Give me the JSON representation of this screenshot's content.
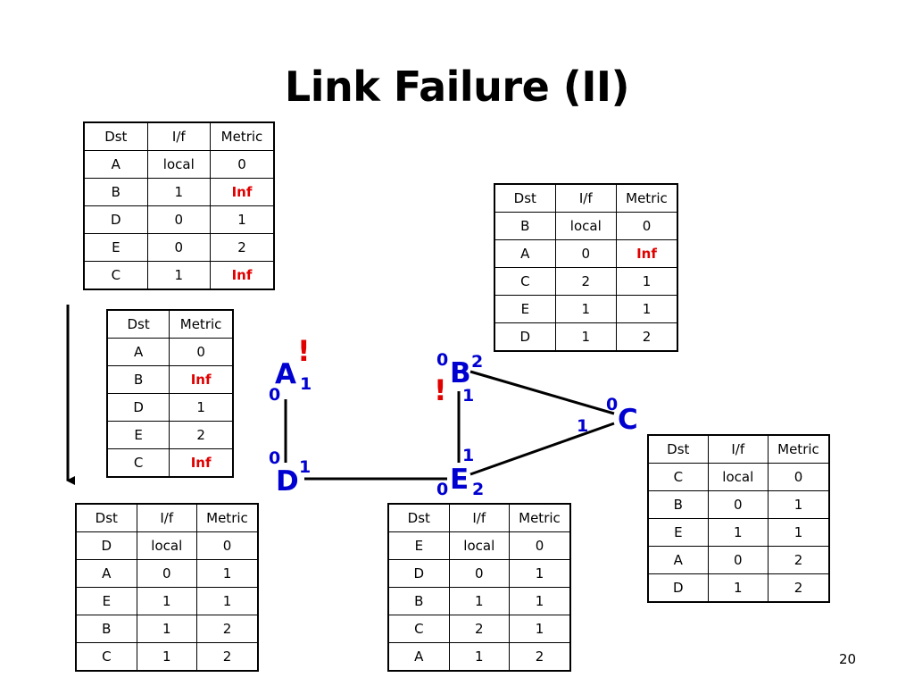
{
  "title": "Link Failure (II)",
  "page_number": "20",
  "tables": {
    "a_top": {
      "headers": [
        "Dst",
        "I/f",
        "Metric"
      ],
      "rows": [
        [
          "A",
          "local",
          "0"
        ],
        [
          "B",
          "1",
          "Inf"
        ],
        [
          "D",
          "0",
          "1"
        ],
        [
          "E",
          "0",
          "2"
        ],
        [
          "C",
          "1",
          "Inf"
        ]
      ]
    },
    "a_adv": {
      "headers": [
        "Dst",
        "Metric"
      ],
      "rows": [
        [
          "A",
          "0"
        ],
        [
          "B",
          "Inf"
        ],
        [
          "D",
          "1"
        ],
        [
          "E",
          "2"
        ],
        [
          "C",
          "Inf"
        ]
      ]
    },
    "b": {
      "headers": [
        "Dst",
        "I/f",
        "Metric"
      ],
      "rows": [
        [
          "B",
          "local",
          "0"
        ],
        [
          "A",
          "0",
          "Inf"
        ],
        [
          "C",
          "2",
          "1"
        ],
        [
          "E",
          "1",
          "1"
        ],
        [
          "D",
          "1",
          "2"
        ]
      ]
    },
    "c": {
      "headers": [
        "Dst",
        "I/f",
        "Metric"
      ],
      "rows": [
        [
          "C",
          "local",
          "0"
        ],
        [
          "B",
          "0",
          "1"
        ],
        [
          "E",
          "1",
          "1"
        ],
        [
          "A",
          "0",
          "2"
        ],
        [
          "D",
          "1",
          "2"
        ]
      ]
    },
    "d": {
      "headers": [
        "Dst",
        "I/f",
        "Metric"
      ],
      "rows": [
        [
          "D",
          "local",
          "0"
        ],
        [
          "A",
          "0",
          "1"
        ],
        [
          "E",
          "1",
          "1"
        ],
        [
          "B",
          "1",
          "2"
        ],
        [
          "C",
          "1",
          "2"
        ]
      ]
    },
    "e": {
      "headers": [
        "Dst",
        "I/f",
        "Metric"
      ],
      "rows": [
        [
          "E",
          "local",
          "0"
        ],
        [
          "D",
          "0",
          "1"
        ],
        [
          "B",
          "1",
          "1"
        ],
        [
          "C",
          "2",
          "1"
        ],
        [
          "A",
          "1",
          "2"
        ]
      ]
    }
  },
  "diagram": {
    "nodes": {
      "A": "A",
      "B": "B",
      "C": "C",
      "D": "D",
      "E": "E"
    },
    "ports": {
      "a0": "0",
      "a1": "1",
      "b0": "0",
      "b1": "1",
      "b2": "2",
      "c0": "0",
      "c1": "1",
      "d0": "0",
      "d1": "1",
      "e0": "0",
      "e1": "1",
      "e2": "2"
    },
    "failure_marks": {
      "a": "!",
      "b": "!"
    }
  },
  "colors": {
    "inf": "#e00000",
    "node": "#0000d0"
  }
}
